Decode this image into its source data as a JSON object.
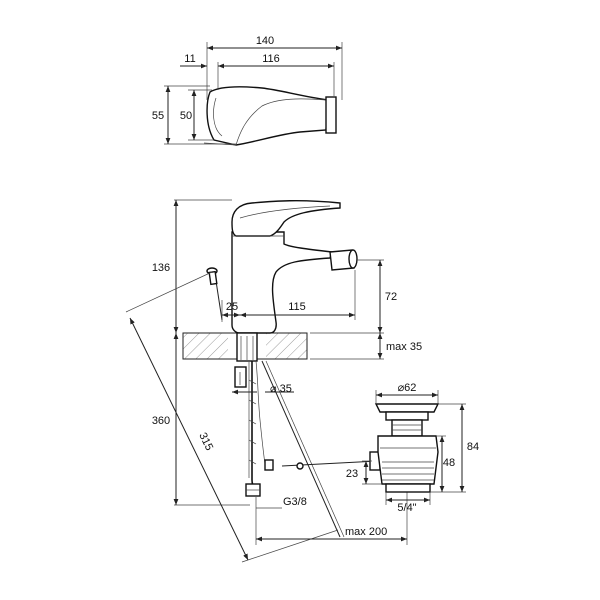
{
  "dimensions": {
    "top_view": {
      "overall_length": "140",
      "offset": "11",
      "body_length": "116",
      "overall_height": "55",
      "body_height": "50"
    },
    "side_view": {
      "total_height": "136",
      "spout_height": "72",
      "base_offset": "25",
      "spout_reach": "115",
      "max_thickness": "max 35",
      "mount_diameter": "⌀ 35",
      "hose_length": "360",
      "lever_radius": "315",
      "thread": "G3/8",
      "max_rod": "max 200"
    },
    "waste": {
      "plug_diameter": "⌀62",
      "total_height": "84",
      "body_height": "48",
      "rod_offset": "23",
      "thread": "5/4\""
    }
  }
}
